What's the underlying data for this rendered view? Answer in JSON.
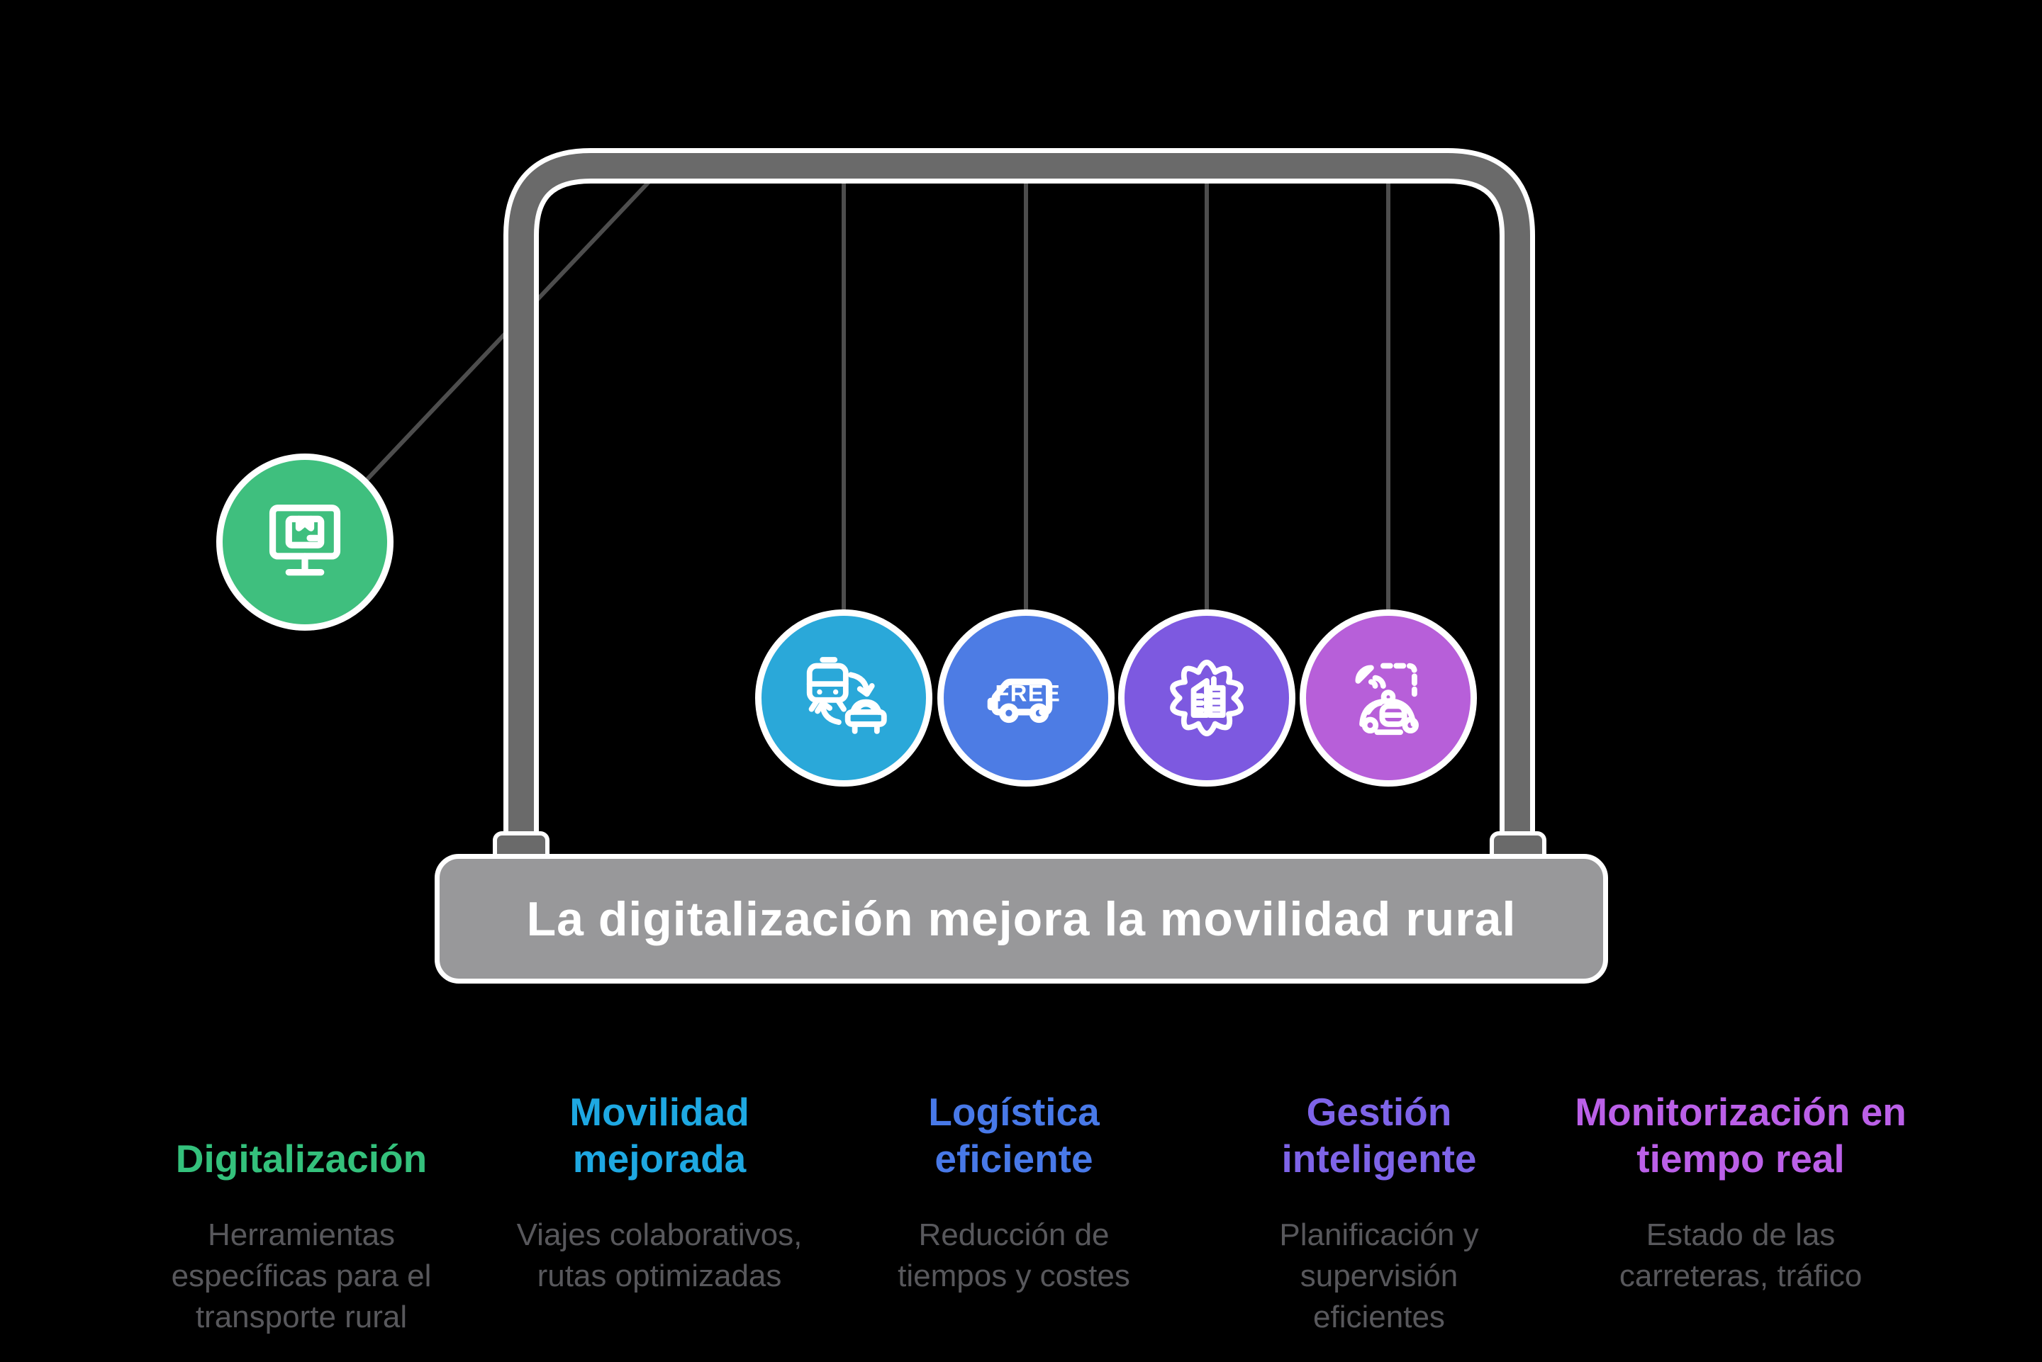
{
  "banner": {
    "title": "La digitalización mejora la movilidad rural",
    "bar_color": "#98989a",
    "text_color": "#ffffff"
  },
  "stand": {
    "frame_color": "#6a6a6a",
    "string_color": "#4d4d4d",
    "outline_color": "#ffffff"
  },
  "pendulum": {
    "swung_ball": {
      "name": "Digitalización",
      "color": "#3fbf7e",
      "icon": "monitor-package-icon"
    },
    "hanging_balls": [
      {
        "name": "Movilidad mejorada",
        "color": "#2aa8d9",
        "icon": "train-car-exchange-icon"
      },
      {
        "name": "Logística eficiente",
        "color": "#4d7ce4",
        "icon": "free-delivery-van-icon"
      },
      {
        "name": "Gestión inteligente",
        "color": "#7d59e0",
        "icon": "smart-city-gear-icon"
      },
      {
        "name": "Monitorización en tiempo real",
        "color": "#b75fd9",
        "icon": "autonomous-car-icon"
      }
    ]
  },
  "icons": {
    "free_label": "FREE"
  },
  "columns": [
    {
      "heading": "Digitalización",
      "heading_color": "#34c17c",
      "body": "Herramientas específicas para el transporte rural"
    },
    {
      "heading": "Movilidad mejorada",
      "heading_color": "#1ea8e2",
      "body": "Viajes colaborativos, rutas optimizadas"
    },
    {
      "heading": "Logística eficiente",
      "heading_color": "#4879e8",
      "body": "Reducción de tiempos y costes"
    },
    {
      "heading": "Gestión inteligente",
      "heading_color": "#7e64e8",
      "body": "Planificación y supervisión eficientes"
    },
    {
      "heading": "Monitorización en tiempo real",
      "heading_color": "#bb60e8",
      "body": "Estado de las carreteras, tráfico"
    }
  ]
}
